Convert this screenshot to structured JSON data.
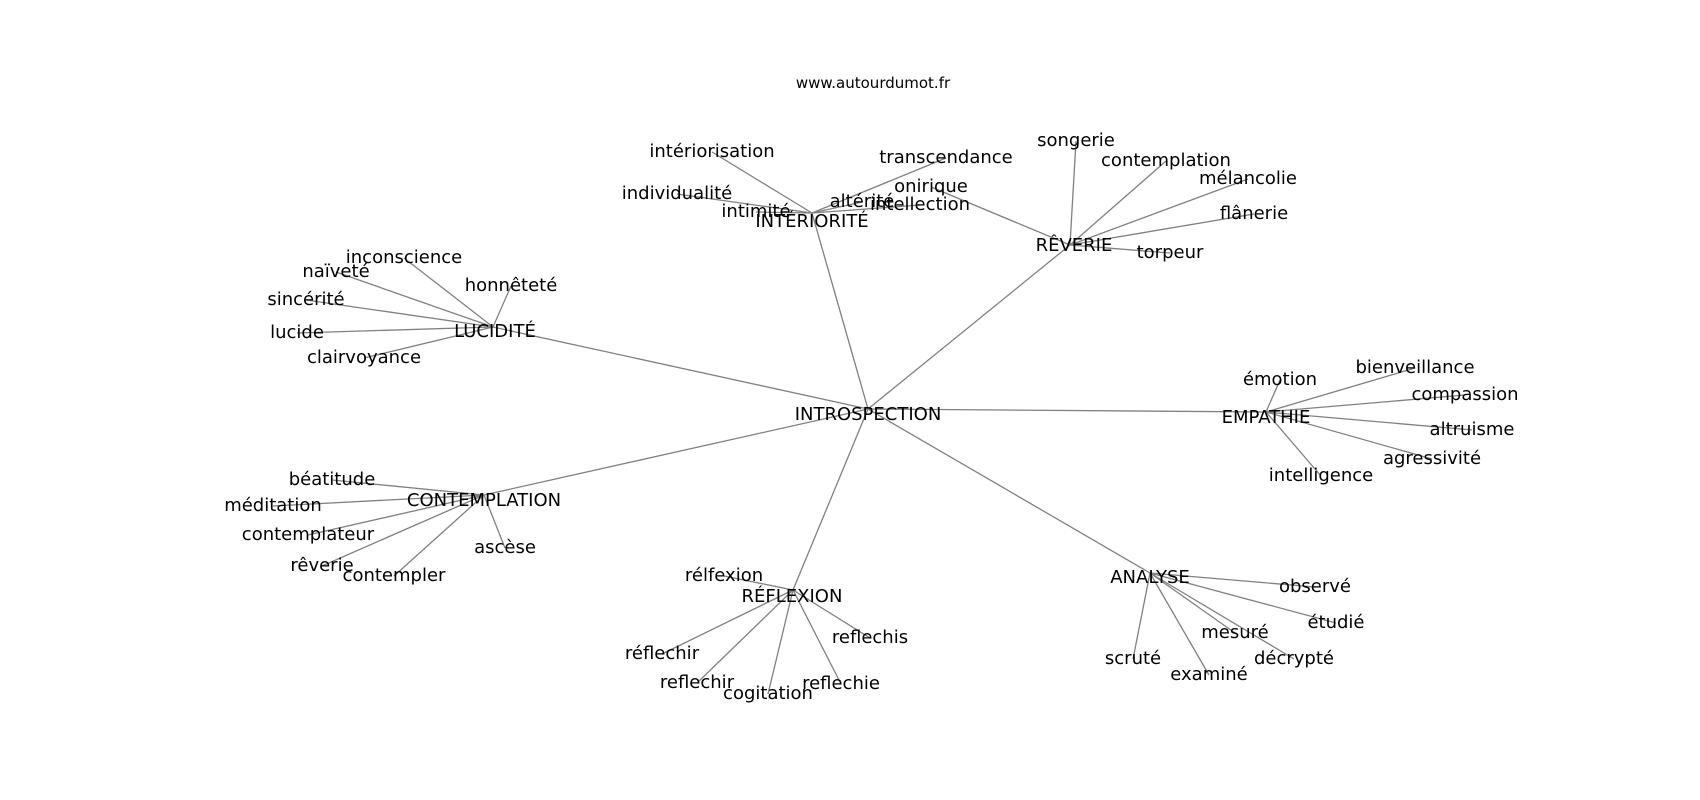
{
  "header": {
    "site": "www.autourdumot.fr"
  },
  "colors": {
    "edge": "#808080",
    "text": "#000000",
    "background": "#ffffff"
  },
  "graph": {
    "center": {
      "id": "INTROSPECTION",
      "label": "INTROSPECTION"
    },
    "hubs": [
      {
        "id": "INTERIORITE",
        "label": "INTÉRIORITÉ",
        "words": [
          "intimité",
          "altérité",
          "intériorisation",
          "individualité",
          "transcendance",
          "intellection"
        ]
      },
      {
        "id": "REVERIE",
        "label": "RÊVERIE",
        "words": [
          "songerie",
          "contemplation",
          "mélancolie",
          "onirique",
          "flânerie",
          "torpeur"
        ]
      },
      {
        "id": "LUCIDITE",
        "label": "LUCIDITÉ",
        "words": [
          "inconscience",
          "naïveté",
          "honnêteté",
          "sincérité",
          "lucide",
          "clairvoyance"
        ]
      },
      {
        "id": "EMPATHIE",
        "label": "EMPATHIE",
        "words": [
          "émotion",
          "bienveillance",
          "compassion",
          "altruisme",
          "agressivité",
          "intelligence"
        ]
      },
      {
        "id": "CONTEMPLATION",
        "label": "CONTEMPLATION",
        "words": [
          "béatitude",
          "méditation",
          "contemplateur",
          "ascèse",
          "rêverie",
          "contempler"
        ]
      },
      {
        "id": "REFLEXION",
        "label": "RÉFLEXION",
        "words": [
          "rélfexion",
          "reflechis",
          "réflechir",
          "reflechir",
          "cogitation",
          "reflechie"
        ]
      },
      {
        "id": "ANALYSE",
        "label": "ANALYSE",
        "words": [
          "observé",
          "étudié",
          "mesuré",
          "décrypté",
          "scruté",
          "examiné"
        ]
      }
    ]
  }
}
